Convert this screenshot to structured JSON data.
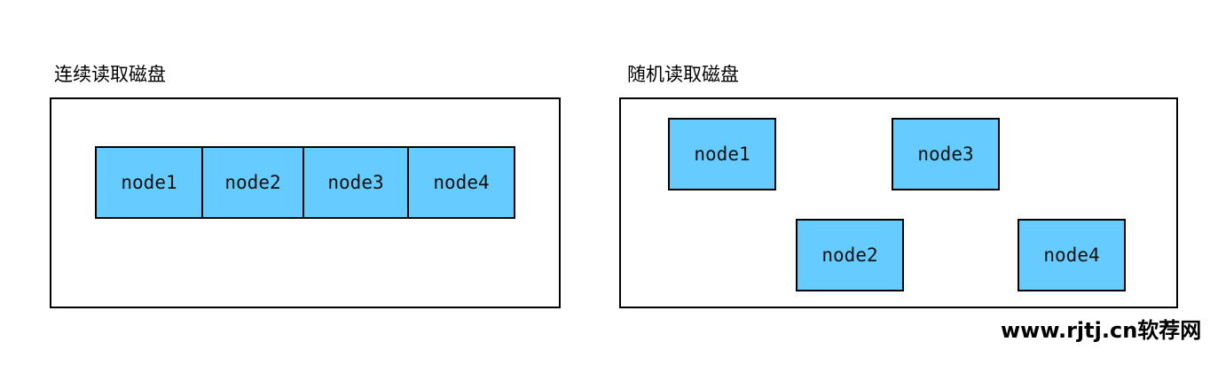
{
  "left": {
    "title": "连续读取磁盘",
    "nodes": [
      "node1",
      "node2",
      "node3",
      "node4"
    ]
  },
  "right": {
    "title": "随机读取磁盘",
    "nodes": [
      "node1",
      "node3",
      "node2",
      "node4"
    ]
  },
  "watermark": "www.rjtj.cn软荐网",
  "colors": {
    "node_fill": "#66ccff",
    "border": "#000000"
  }
}
